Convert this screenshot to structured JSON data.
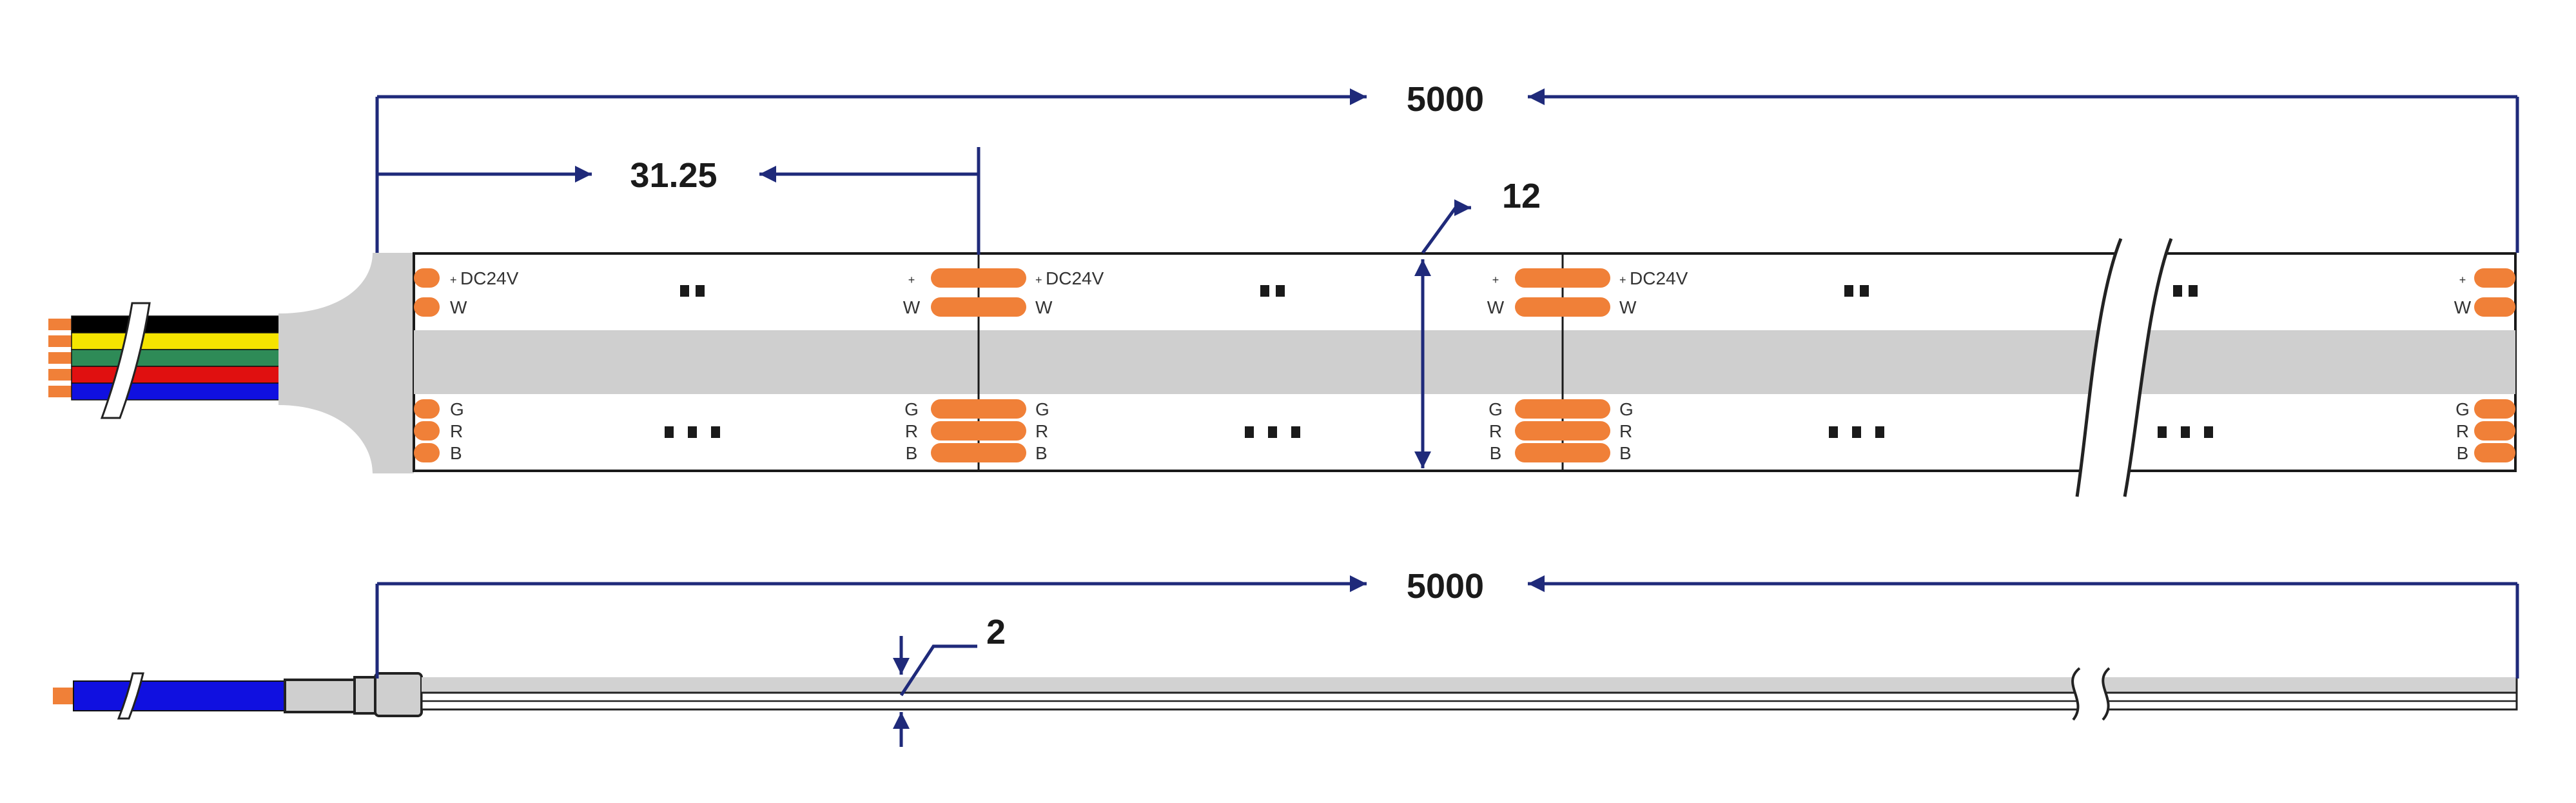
{
  "dimensions": {
    "top_length": "5000",
    "segment_length": "31.25",
    "width": "12",
    "bottom_length": "5000",
    "thickness": "2"
  },
  "pad_labels": {
    "voltage": "DC24V",
    "plus": "+",
    "w": "W",
    "g": "G",
    "r": "R",
    "b": "B"
  },
  "wire_colors": [
    "#000000",
    "#f5e400",
    "#2e8b57",
    "#e01010",
    "#1010e0"
  ],
  "colors": {
    "dimension_line": "#1f2a7a",
    "strip_band": "#cfcfcf",
    "pad": "#f08038",
    "end_cap": "#cfcfcf",
    "single_wire": "#1010e0"
  }
}
